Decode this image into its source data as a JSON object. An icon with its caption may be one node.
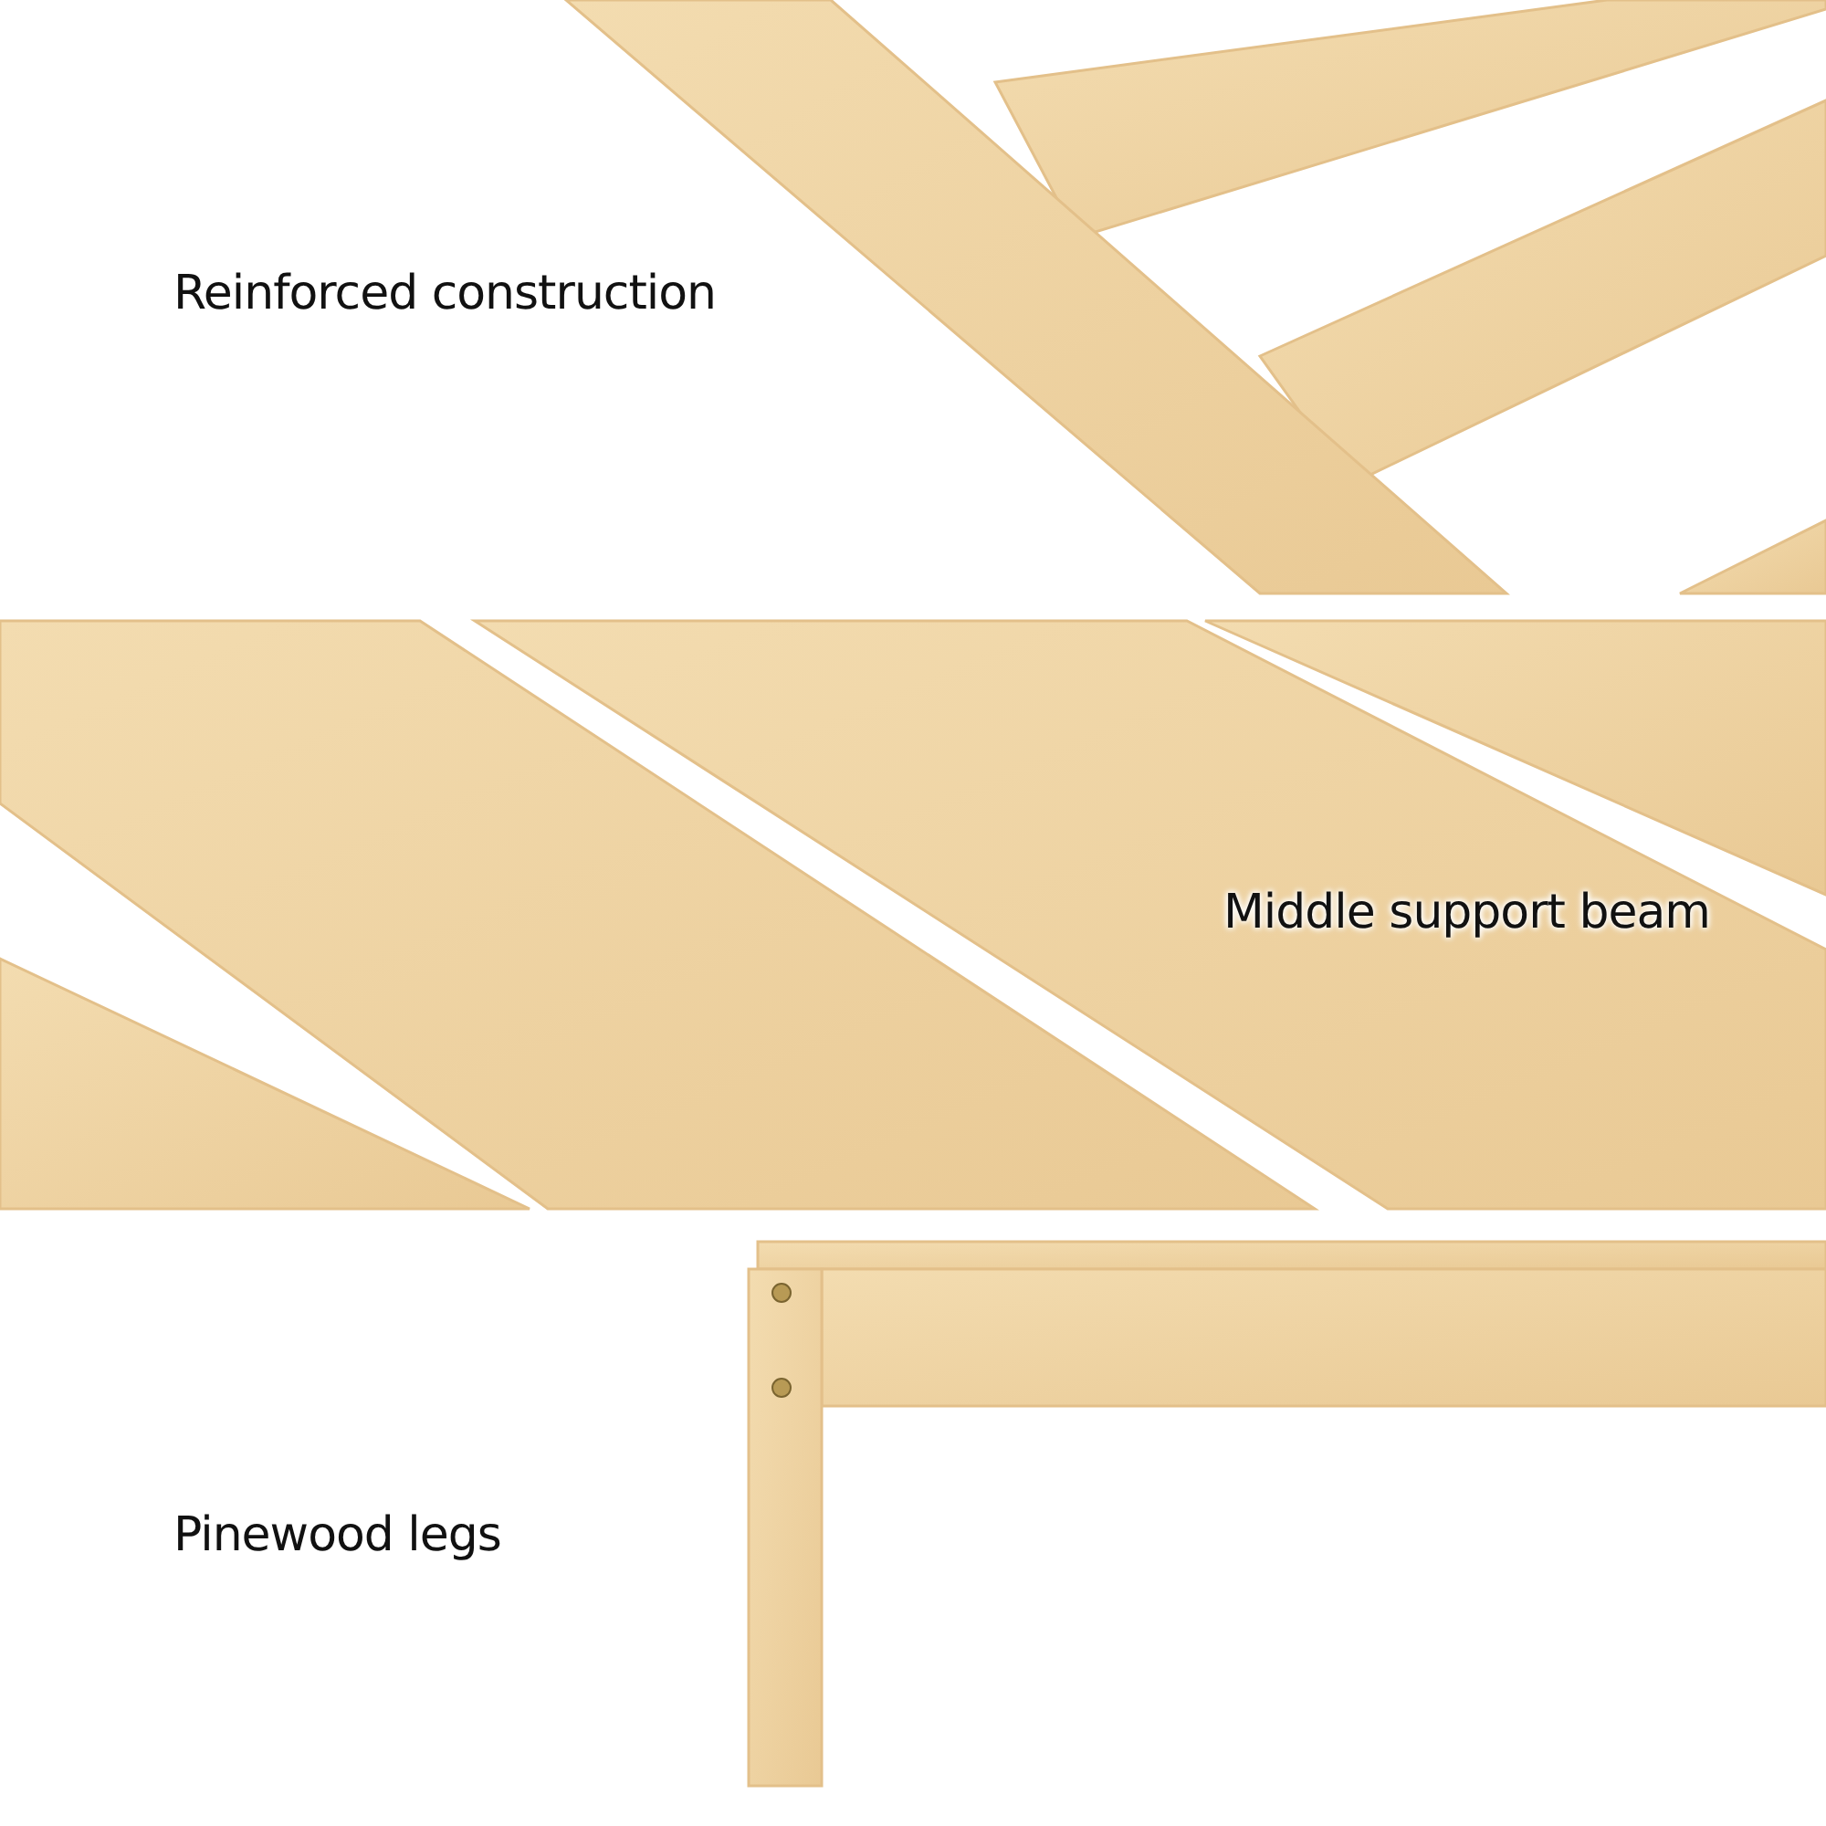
{
  "diagram": {
    "labels": [
      "Reinforced construction",
      "Middle support beam",
      "Pinewood legs"
    ]
  }
}
